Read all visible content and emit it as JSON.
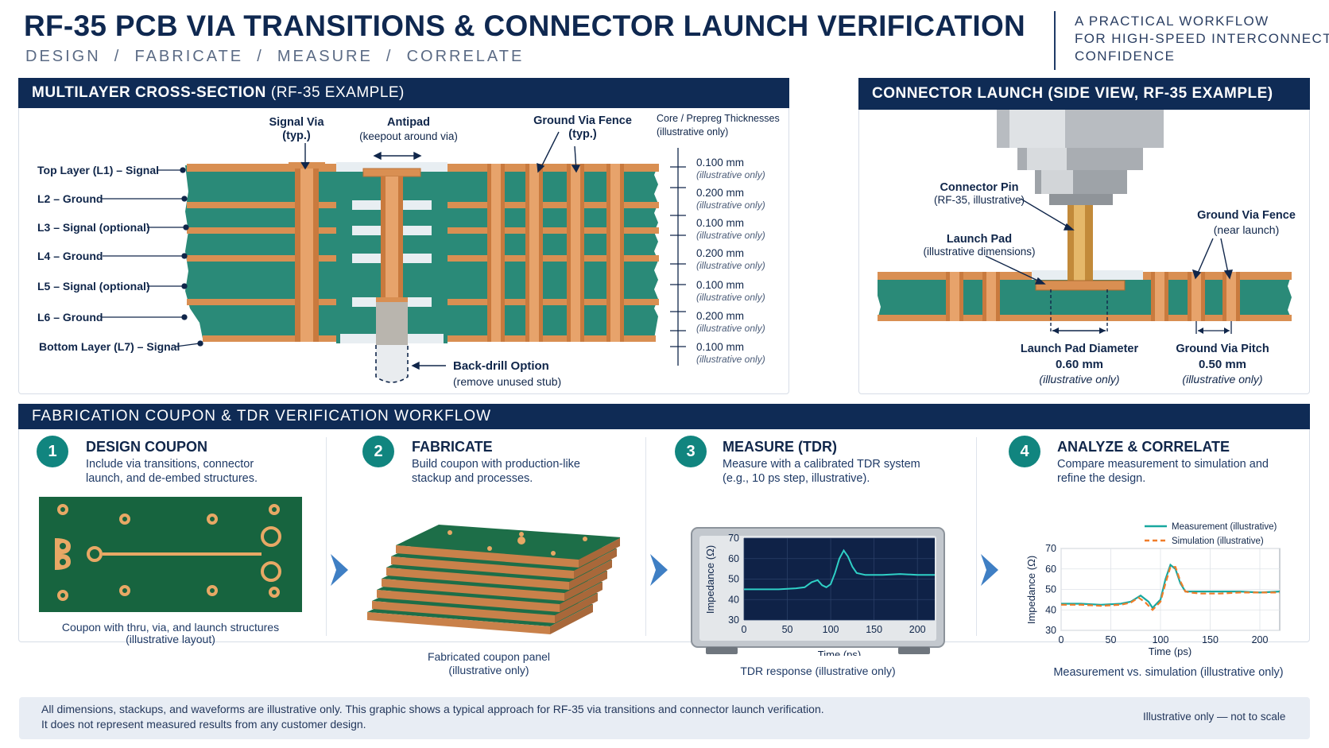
{
  "header": {
    "title": "RF-35 PCB VIA TRANSITIONS & CONNECTOR LAUNCH VERIFICATION",
    "subtitle": "DESIGN  /  FABRICATE  /  MEASURE  /  CORRELATE",
    "tagline": [
      "A PRACTICAL WORKFLOW",
      "FOR HIGH-SPEED INTERCONNECT",
      "CONFIDENCE"
    ]
  },
  "cross_section": {
    "title": "MULTILAYER CROSS-SECTION",
    "title_suffix": "(RF-35 EXAMPLE)",
    "layers": [
      "Top Layer (L1) – Signal",
      "L2 – Ground",
      "L3 – Signal (optional)",
      "L4 – Ground",
      "L5 – Signal (optional)",
      "L6 – Ground",
      "Bottom Layer (L7) – Signal"
    ],
    "signal_via": [
      "Signal Via",
      "(typ.)"
    ],
    "antipad": [
      "Antipad",
      "(keepout around via)"
    ],
    "ground_fence": [
      "Ground Via Fence",
      "(typ.)"
    ],
    "thickness_title": [
      "Core / Prepreg Thicknesses",
      "(illustrative only)"
    ],
    "thicknesses": [
      "0.100 mm",
      "0.200 mm",
      "0.100 mm",
      "0.200 mm",
      "0.100 mm",
      "0.200 mm",
      "0.100 mm"
    ],
    "thickness_note": "(illustrative only)",
    "backdrill": [
      "Back-drill Option",
      "(remove unused stub)"
    ]
  },
  "connector_launch": {
    "title": "CONNECTOR LAUNCH (SIDE VIEW, RF-35 EXAMPLE)",
    "pin": [
      "Connector Pin",
      "(RF-35, illustrative)"
    ],
    "pad": [
      "Launch Pad",
      "(illustrative dimensions)"
    ],
    "fence": [
      "Ground Via Fence",
      "(near launch)"
    ],
    "pad_dia": [
      "Launch Pad Diameter",
      "0.60 mm",
      "(illustrative only)"
    ],
    "via_pitch": [
      "Ground Via Pitch",
      "0.50 mm",
      "(illustrative only)"
    ]
  },
  "workflow": {
    "title": "FABRICATION COUPON & TDR VERIFICATION WORKFLOW",
    "steps": [
      {
        "num": "1",
        "title": "DESIGN COUPON",
        "desc": "Include via transitions, connector launch, and de-embed structures.",
        "caption": [
          "Coupon with thru, via, and launch structures",
          "(illustrative layout)"
        ]
      },
      {
        "num": "2",
        "title": "FABRICATE",
        "desc": "Build coupon with production-like stackup and processes.",
        "caption": [
          "Fabricated coupon panel",
          "(illustrative only)"
        ]
      },
      {
        "num": "3",
        "title": "MEASURE (TDR)",
        "desc": "Measure with a calibrated TDR system (e.g., 10 ps step, illustrative).",
        "caption": [
          "TDR response (illustrative only)"
        ]
      },
      {
        "num": "4",
        "title": "ANALYZE & CORRELATE",
        "desc": "Compare measurement to simulation and refine the design.",
        "caption": [
          "Measurement vs. simulation (illustrative only)"
        ]
      }
    ]
  },
  "chart_data": [
    {
      "type": "line",
      "title": "",
      "xlabel": "Time (ps)",
      "ylabel": "Impedance (Ω)",
      "xlim": [
        0,
        220
      ],
      "ylim": [
        30,
        70
      ],
      "xticks": [
        "0",
        "50",
        "100",
        "150",
        "200"
      ],
      "yticks": [
        "30",
        "40",
        "50",
        "60",
        "70"
      ],
      "grid": true,
      "series": [
        {
          "x": [
            0,
            20,
            40,
            60,
            70,
            78,
            85,
            90,
            95,
            100,
            105,
            110,
            115,
            120,
            125,
            130,
            140,
            160,
            180,
            200,
            220
          ],
          "values": [
            45,
            45,
            45,
            45.5,
            46,
            48.5,
            49.5,
            47,
            46,
            47.5,
            53,
            60,
            64,
            61,
            56,
            53,
            52,
            52,
            52.5,
            52,
            52
          ]
        }
      ],
      "colors": {
        "line": "#2fd0c6",
        "background": "#0f2247"
      }
    },
    {
      "type": "line",
      "title": "",
      "xlabel": "Time (ps)",
      "ylabel": "Impedance (Ω)",
      "xlim": [
        0,
        220
      ],
      "ylim": [
        30,
        70
      ],
      "xticks": [
        "0",
        "50",
        "100",
        "150",
        "200"
      ],
      "yticks": [
        "30",
        "40",
        "50",
        "60",
        "70"
      ],
      "grid": true,
      "legend": "top-right",
      "series": [
        {
          "name": "Measurement (illustrative)",
          "x": [
            0,
            20,
            40,
            60,
            70,
            80,
            88,
            92,
            100,
            105,
            110,
            115,
            120,
            125,
            130,
            140,
            160,
            180,
            200,
            220
          ],
          "values": [
            43,
            43,
            42.5,
            43,
            44,
            47,
            44,
            41,
            45,
            55,
            62,
            60,
            53,
            49,
            49,
            49,
            49,
            49,
            48.5,
            49
          ]
        },
        {
          "name": "Simulation (illustrative)",
          "x": [
            0,
            20,
            40,
            60,
            70,
            78,
            85,
            92,
            100,
            105,
            110,
            115,
            120,
            125,
            130,
            140,
            160,
            180,
            200,
            220
          ],
          "values": [
            42.5,
            42.5,
            42,
            42.5,
            43.5,
            46,
            43.5,
            40,
            44,
            53,
            61,
            61,
            54,
            49,
            48.5,
            48,
            48,
            48.5,
            48.5,
            48.5
          ]
        }
      ],
      "colors": {
        "Measurement (illustrative)": "#18a89f",
        "Simulation (illustrative)": "#f07d2a"
      }
    }
  ],
  "footer": {
    "line1": "All dimensions, stackups, and waveforms are illustrative only. This graphic shows a typical approach for RF-35 via transitions and connector launch verification.",
    "line2": "It does not represent measured results from any customer design.",
    "badge": "Illustrative only — not to scale"
  }
}
